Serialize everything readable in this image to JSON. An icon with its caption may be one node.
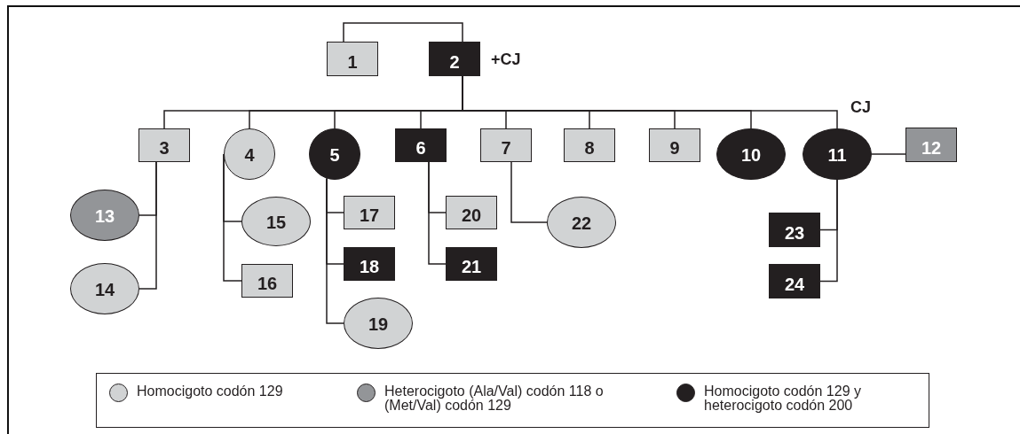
{
  "diagram": {
    "nodes": [
      {
        "text": [
          "1"
        ]
      },
      {
        "text": [
          "2"
        ],
        "beside": [
          "+CJ"
        ]
      },
      {
        "text": [
          "3"
        ]
      },
      {
        "text": [
          "4"
        ]
      },
      {
        "text": [
          "5"
        ]
      },
      {
        "text": [
          "6"
        ]
      },
      {
        "text": [
          "7"
        ]
      },
      {
        "text": [
          "8"
        ]
      },
      {
        "text": [
          "9"
        ]
      },
      {
        "text": [
          "10"
        ]
      },
      {
        "text": [
          "11"
        ],
        "beside": [
          "CJ"
        ]
      },
      {
        "text": [
          "12"
        ]
      },
      {
        "text": [
          "13"
        ]
      },
      {
        "text": [
          "14"
        ]
      },
      {
        "text": [
          "15"
        ]
      },
      {
        "text": [
          "16"
        ]
      },
      {
        "text": [
          "17"
        ]
      },
      {
        "text": [
          "18"
        ]
      },
      {
        "text": [
          "19"
        ]
      },
      {
        "text": [
          "20"
        ]
      },
      {
        "text": [
          "21"
        ]
      },
      {
        "text": [
          "22"
        ]
      },
      {
        "text": [
          "23"
        ]
      },
      {
        "text": [
          "24"
        ]
      }
    ],
    "edges": [
      {
        "from": 0,
        "to": 1,
        "arrow": "none"
      },
      {
        "from": 1,
        "to": 2,
        "arrow": "none"
      },
      {
        "from": 1,
        "to": 3,
        "arrow": "none"
      },
      {
        "from": 1,
        "to": 4,
        "arrow": "none"
      },
      {
        "from": 1,
        "to": 5,
        "arrow": "none"
      },
      {
        "from": 1,
        "to": 6,
        "arrow": "none"
      },
      {
        "from": 1,
        "to": 7,
        "arrow": "none"
      },
      {
        "from": 1,
        "to": 8,
        "arrow": "none"
      },
      {
        "from": 1,
        "to": 9,
        "arrow": "none"
      },
      {
        "from": 1,
        "to": 10,
        "arrow": "none"
      },
      {
        "from": 10,
        "to": 11,
        "arrow": "none"
      },
      {
        "from": 2,
        "to": 12,
        "arrow": "none"
      },
      {
        "from": 2,
        "to": 13,
        "arrow": "none"
      },
      {
        "from": 3,
        "to": 14,
        "arrow": "none"
      },
      {
        "from": 3,
        "to": 15,
        "arrow": "none"
      },
      {
        "from": 4,
        "to": 16,
        "arrow": "none"
      },
      {
        "from": 4,
        "to": 17,
        "arrow": "none"
      },
      {
        "from": 4,
        "to": 18,
        "arrow": "none"
      },
      {
        "from": 5,
        "to": 19,
        "arrow": "none"
      },
      {
        "from": 5,
        "to": 20,
        "arrow": "none"
      },
      {
        "from": 6,
        "to": 21,
        "arrow": "none"
      },
      {
        "from": 10,
        "to": 22,
        "arrow": "none"
      },
      {
        "from": 10,
        "to": 23,
        "arrow": "none"
      }
    ],
    "legend": [
      {
        "text": "Homocigoto codón 129",
        "color": "#d1d3d4"
      },
      {
        "text": "Heterocigoto (Ala/Val) codón 118 o (Met/Val) codón 129",
        "color": "#939598"
      },
      {
        "text": "Homocigoto codón 129 y heterocigoto codón 200",
        "color": "#231f20"
      }
    ]
  }
}
